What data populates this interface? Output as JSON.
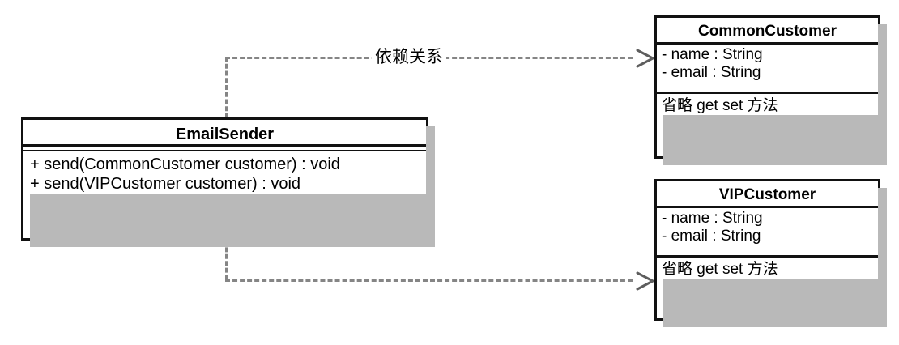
{
  "diagram": {
    "type": "uml-class-diagram",
    "title": "EmailSender dependency on customer classes",
    "background_color": "#ffffff",
    "line_color": "#858585",
    "border_color": "#111111",
    "shadow_color": "#b9b9b9"
  },
  "classes": {
    "email_sender": {
      "name": "EmailSender",
      "attributes": [],
      "operations": [
        "+ send(CommonCustomer customer) : void",
        "+ send(VIPCustomer customer) : void"
      ]
    },
    "common_customer": {
      "name": "CommonCustomer",
      "attributes": [
        "- name : String",
        "- email : String"
      ],
      "operations": [
        "省略 get set 方法"
      ]
    },
    "vip_customer": {
      "name": "VIPCustomer",
      "attributes": [
        "- name : String",
        "- email : String"
      ],
      "operations": [
        "省略 get set 方法"
      ]
    }
  },
  "relationships": [
    {
      "id": "dep-common",
      "label": "依赖关系",
      "kind": "dependency",
      "from": "EmailSender",
      "to": "CommonCustomer",
      "line_style": "dashed",
      "arrow": "open"
    },
    {
      "id": "dep-vip",
      "label": "",
      "kind": "dependency",
      "from": "EmailSender",
      "to": "VIPCustomer",
      "line_style": "dashed",
      "arrow": "open"
    }
  ]
}
